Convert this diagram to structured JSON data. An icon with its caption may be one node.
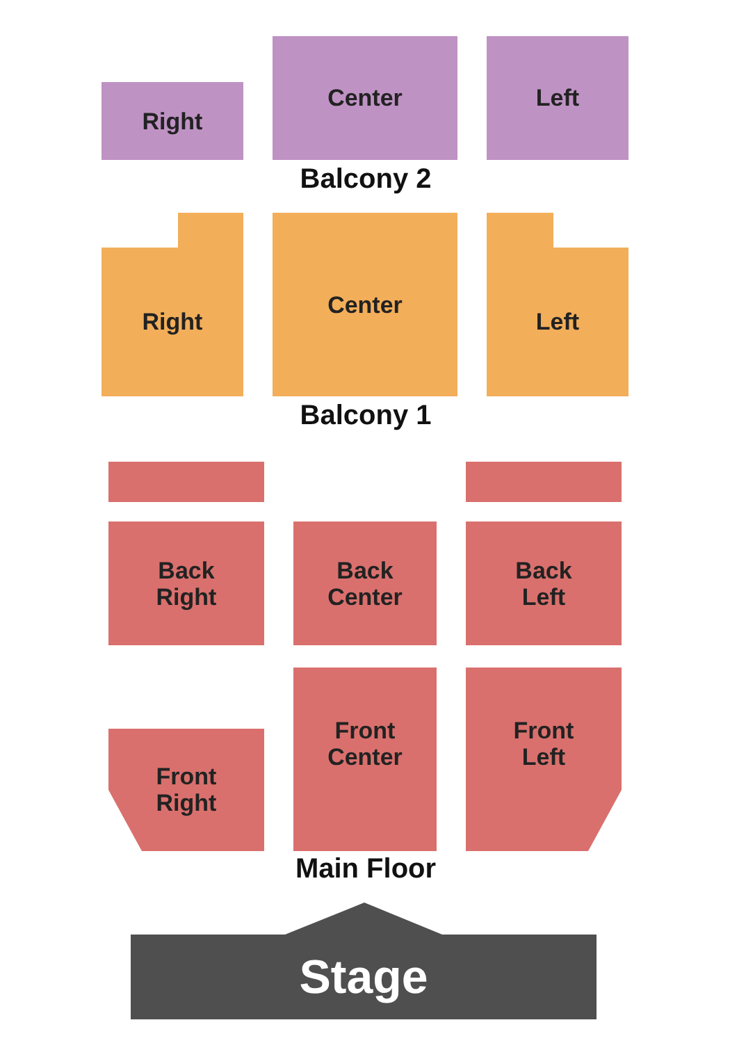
{
  "diagram": {
    "nodes": [
      {
        "text": [
          "Right"
        ]
      },
      {
        "text": [
          "Center"
        ]
      },
      {
        "text": [
          "Left"
        ]
      },
      {
        "text": [
          "Right"
        ]
      },
      {
        "text": [
          "Center"
        ]
      },
      {
        "text": [
          "Left"
        ]
      },
      {
        "text": [],
        "shape": "bar"
      },
      {
        "text": [],
        "shape": "bar"
      },
      {
        "text": [
          "Back Right"
        ]
      },
      {
        "text": [
          "Back Center"
        ]
      },
      {
        "text": [
          "Back Left"
        ]
      },
      {
        "text": [
          "Front Right"
        ]
      },
      {
        "text": [
          "Front Center"
        ]
      },
      {
        "text": [
          "Front Left"
        ]
      },
      {
        "text": [
          "Stage"
        ]
      }
    ],
    "labels": [
      "Balcony 2",
      "Balcony 1",
      "Main Floor"
    ]
  }
}
